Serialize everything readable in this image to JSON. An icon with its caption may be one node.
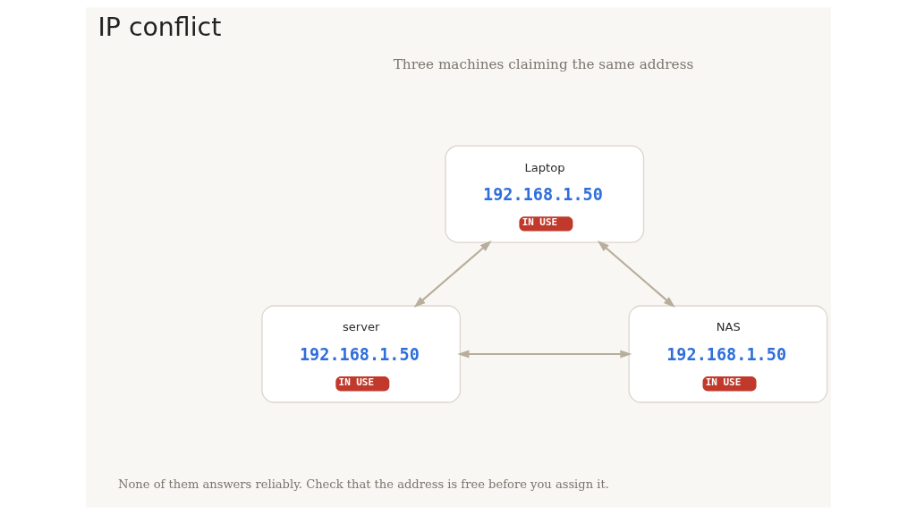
{
  "diagram": {
    "title": "IP conflict",
    "nodes": [
      {
        "text": [
          "Laptop",
          "192.168.1.50",
          "IN USE"
        ]
      },
      {
        "text": [
          "server",
          "192.168.1.50",
          "IN USE"
        ]
      },
      {
        "text": [
          "NAS",
          "192.168.1.50",
          "IN USE"
        ]
      }
    ],
    "edges": [
      {
        "from": 0,
        "to": 1,
        "arrow": "both"
      },
      {
        "from": 0,
        "to": 2,
        "arrow": "both"
      },
      {
        "from": 1,
        "to": 2,
        "arrow": "both"
      }
    ],
    "labels": [
      "Three machines claiming the same address",
      "None of them answers reliably. Check that the address is free before you assign it."
    ]
  }
}
